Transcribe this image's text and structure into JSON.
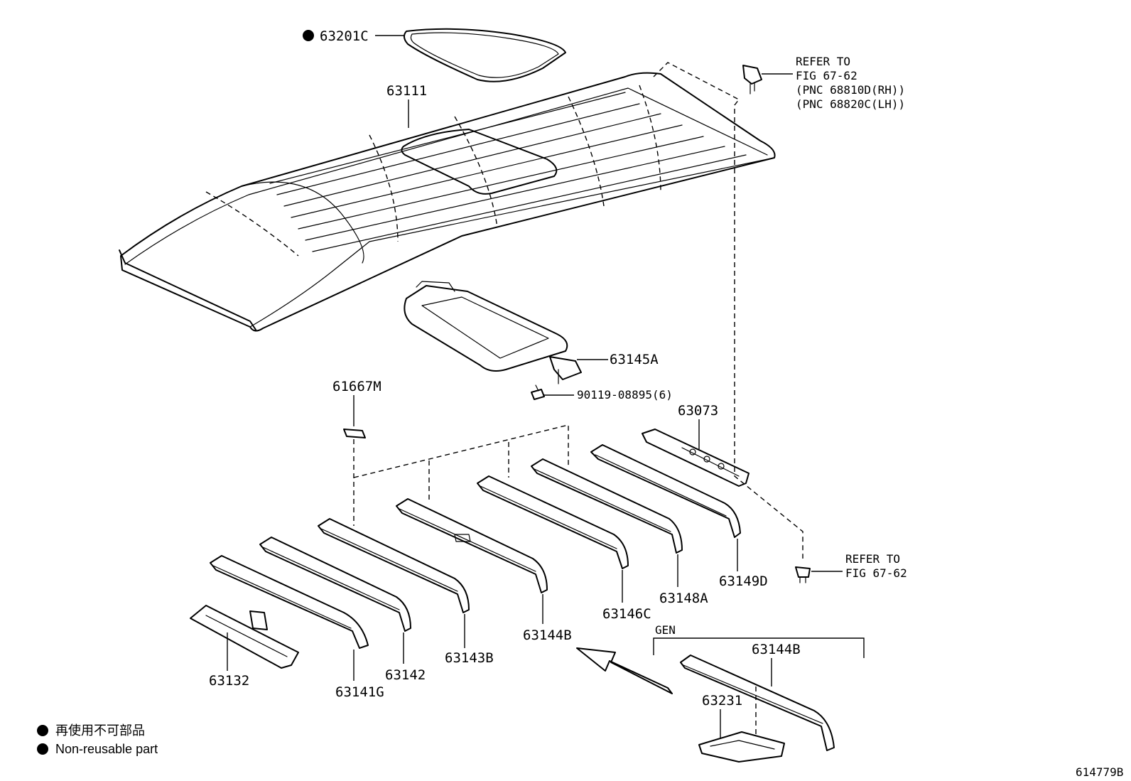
{
  "parts": {
    "p63201C": "63201C",
    "p63111": "63111",
    "p63145A": "63145A",
    "p90119": "90119-08895(6)",
    "p61667M": "61667M",
    "p63073": "63073",
    "p63149D": "63149D",
    "p63148A": "63148A",
    "p63146C": "63146C",
    "p63144B": "63144B",
    "p63143B": "63143B",
    "p63142": "63142",
    "p63141G": "63141G",
    "p63132": "63132",
    "p63144B_gen": "63144B",
    "p63231": "63231"
  },
  "refs": {
    "top": [
      "REFER TO",
      "FIG 67-62",
      "(PNC 68810D(RH))",
      "(PNC 68820C(LH))"
    ],
    "bottom": [
      "REFER TO",
      "FIG 67-62"
    ]
  },
  "gen_label": "GEN",
  "legend": {
    "jp": "再使用不可部品",
    "en": "Non-reusable part"
  },
  "figure_id": "614779B"
}
